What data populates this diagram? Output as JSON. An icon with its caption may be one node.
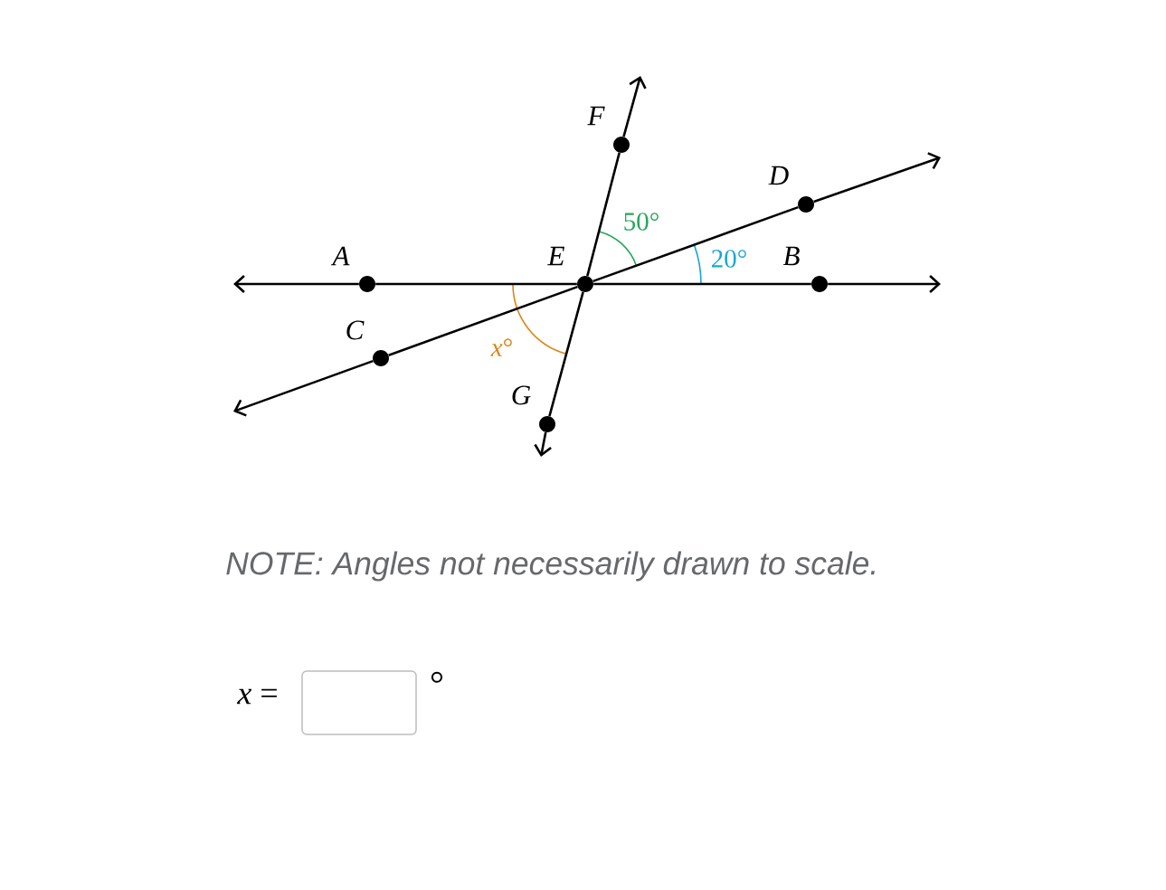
{
  "diagram": {
    "nodes": [
      {
        "text": [],
        "shape": "circle",
        "beside": [
          "F"
        ]
      },
      {
        "text": [],
        "shape": "circle",
        "beside": [
          "D"
        ]
      },
      {
        "text": [],
        "shape": "circle",
        "beside": [
          "A"
        ]
      },
      {
        "text": [],
        "shape": "circle",
        "beside": [
          "E"
        ]
      },
      {
        "text": [],
        "shape": "circle",
        "beside": [
          "B"
        ]
      },
      {
        "text": [],
        "shape": "circle",
        "beside": [
          "C"
        ]
      },
      {
        "text": [],
        "shape": "circle",
        "beside": [
          "G"
        ]
      }
    ],
    "edges": [
      {
        "from": 2,
        "to": null,
        "arrow": "to"
      },
      {
        "from": 2,
        "to": 3,
        "arrow": "none"
      },
      {
        "from": 3,
        "to": 4,
        "arrow": "none"
      },
      {
        "from": 4,
        "to": null,
        "arrow": "to"
      },
      {
        "from": 5,
        "to": null,
        "arrow": "to"
      },
      {
        "from": 5,
        "to": 3,
        "arrow": "none"
      },
      {
        "from": 3,
        "to": 1,
        "arrow": "none"
      },
      {
        "from": 1,
        "to": null,
        "arrow": "to"
      },
      {
        "from": 0,
        "to": null,
        "arrow": "to"
      },
      {
        "from": 0,
        "to": 3,
        "arrow": "none"
      },
      {
        "from": 3,
        "to": 6,
        "arrow": "none"
      },
      {
        "from": 6,
        "to": null,
        "arrow": "to"
      }
    ],
    "labels": [
      "50°",
      "20°",
      "*x*°",
      "NOTE: Angles not necessarily drawn to scale.",
      "*x* =",
      "°"
    ]
  }
}
